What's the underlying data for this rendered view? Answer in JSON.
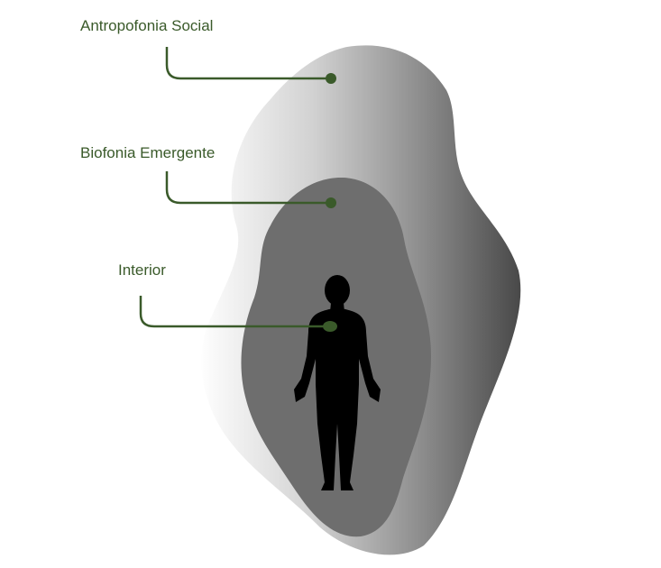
{
  "labels": {
    "outer": "Antropofonia Social",
    "middle": "Biofonia Emergente",
    "inner": "Interior"
  },
  "colors": {
    "label_text": "#3a5a2a",
    "leader_line": "#3a5a2a",
    "outer_blob_light": "#ffffff",
    "outer_blob_dark": "#474747",
    "middle_blob": "#6e6e6e",
    "human_figure": "#000000"
  },
  "icons": {
    "human": "human-silhouette-icon"
  }
}
